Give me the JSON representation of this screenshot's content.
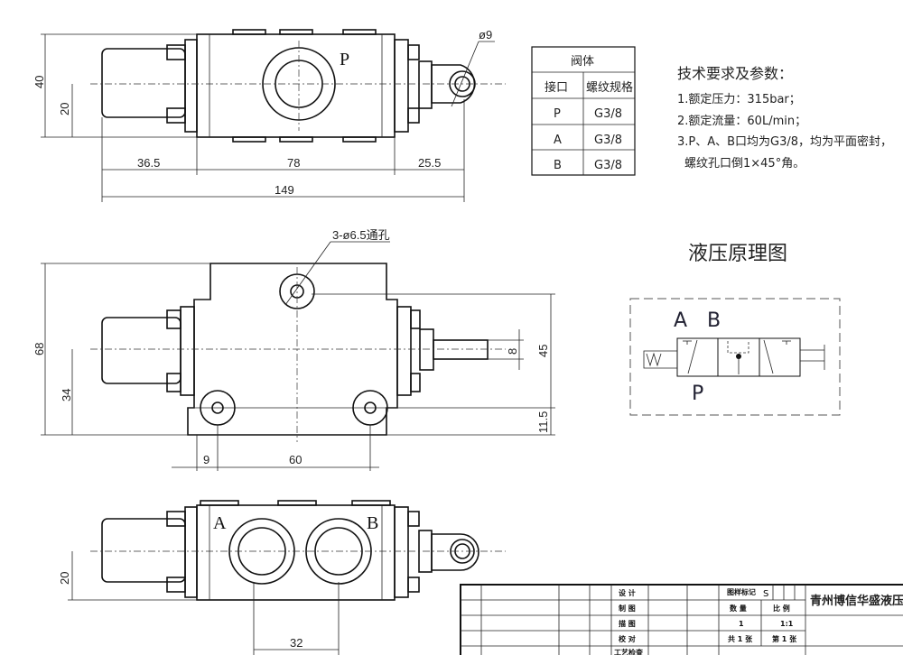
{
  "top_view": {
    "port_label": "P",
    "dims": {
      "height": "40",
      "half_height": "20",
      "left": "36.5",
      "body": "78",
      "right": "25.5",
      "overall": "149",
      "clevis_hole": "ø9"
    }
  },
  "front_view": {
    "hole_note": "3-ø6.5通孔",
    "dims": {
      "height": "68",
      "hole_height": "34",
      "hole_span_v": "45",
      "rod": "8",
      "base": "11.5",
      "edge": "9",
      "hole_span_h": "60"
    }
  },
  "bottom_view": {
    "port_a": "A",
    "port_b": "B",
    "dims": {
      "half_height": "20",
      "port_spacing": "32"
    }
  },
  "port_table": {
    "title": "阀体",
    "headers": [
      "接口",
      "螺纹规格"
    ],
    "rows": [
      [
        "P",
        "G3/8"
      ],
      [
        "A",
        "G3/8"
      ],
      [
        "B",
        "G3/8"
      ]
    ]
  },
  "tech_requirements": {
    "title": "技术要求及参数：",
    "items": [
      "1.额定压力：315bar；",
      "2.额定流量：60L/min；",
      "3.P、A、B口均为G3/8，均为平面密封，",
      "螺纹孔口倒1×45°角。"
    ]
  },
  "schematic": {
    "title": "液压原理图",
    "label_a": "A",
    "label_b": "B",
    "label_p": "P"
  },
  "title_block": {
    "roles": [
      "设  计",
      "制  图",
      "描  图",
      "校  对",
      "工艺检查"
    ],
    "mark_label": "图样标记",
    "mark_value": "S",
    "qty_label": "数  量",
    "scale_label": "比  例",
    "qty_value": "1",
    "scale_value": "1:1",
    "sheets_total": "共 1 张",
    "sheet_no": "第 1 张",
    "company": "青州博信华盛液压科技有限公"
  }
}
